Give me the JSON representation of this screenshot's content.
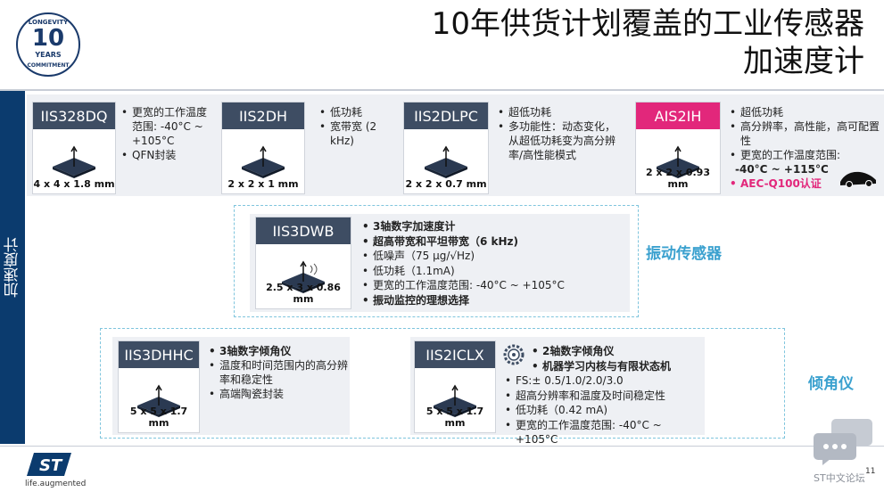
{
  "header": {
    "title_line1": "10年供货计划覆盖的工业传感器",
    "title_line2": "加速度计",
    "logo": {
      "top": "LONGEVITY",
      "num": "10",
      "mid": "YEARS",
      "bottom": "COMMITMENT"
    }
  },
  "side_label": "加速度计",
  "row1": [
    {
      "name": "IIS328DQ",
      "dim": "4 x 4 x 1.8 mm",
      "features": [
        "更宽的工作温度范围: -40°C ~ +105°C",
        "QFN封装"
      ]
    },
    {
      "name": "IIS2DH",
      "dim": "2 x 2 x 1 mm",
      "features": [
        "低功耗",
        "宽带宽 (2 kHz)"
      ]
    },
    {
      "name": "IIS2DLPC",
      "dim": "2 x 2 x 0.7 mm",
      "features": [
        "超低功耗",
        "多功能性：动态变化，从超低功耗变为高分辨率/高性能模式"
      ]
    },
    {
      "name": "AIS2IH",
      "dim": "2 x 2 x 0.93 mm",
      "features": [
        "超低功耗",
        "高分辨率，高性能，高可配置性",
        "更宽的工作温度范围:",
        "-40°C ~ +115°C",
        "AEC-Q100认证"
      ]
    }
  ],
  "vibration": {
    "name": "IIS3DWB",
    "dim": "2.5 x 3 x 0.86 mm",
    "features": [
      "3轴数字加速度计",
      "超高带宽和平坦带宽（6 kHz)",
      "低噪声（75 µg/√Hz)",
      "低功耗（1.1mA)",
      "更宽的工作温度范围: -40°C ~ +105°C",
      "振动监控的理想选择"
    ],
    "label": "振动传感器"
  },
  "inclinometer": {
    "label": "倾角仪",
    "cards": [
      {
        "name": "IIS3DHHC",
        "dim": "5 x 5 x 1.7 mm",
        "features": [
          "3轴数字倾角仪",
          "温度和时间范围内的高分辨率和稳定性",
          "高端陶瓷封装"
        ]
      },
      {
        "name": "IIS2ICLX",
        "dim": "5 x 5 x 1.7 mm",
        "features": [
          "2轴数字倾角仪",
          "机器学习内核与有限状态机",
          "FS:± 0.5/1.0/2.0/3.0",
          "超高分辨率和温度及时间稳定性",
          "低功耗（0.42 mA)",
          "更宽的工作温度范围: -40°C ~ +105°C"
        ]
      }
    ]
  },
  "footer": {
    "tagline": "life.augmented",
    "page": "11",
    "watermark": "ST中文论坛"
  }
}
